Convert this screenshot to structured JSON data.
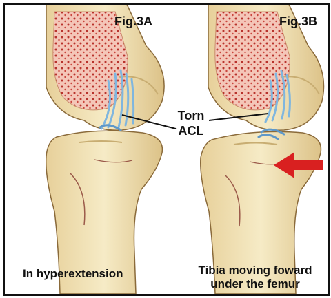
{
  "figures": [
    {
      "id": "3A",
      "label": "Fig.3A",
      "caption": "In hyperextension"
    },
    {
      "id": "3B",
      "label": "Fig.3B",
      "caption_line1": "Tibia moving foward",
      "caption_line2": "under the femur"
    }
  ],
  "callout": {
    "line1": "Torn",
    "line2": "ACL"
  },
  "colors": {
    "bone": "#f2e3b4",
    "bone_shadow": "#d9c184",
    "marrow": "#f4c6b8",
    "marrow_dots": "#b8322c",
    "ligament": "#7fb6df",
    "arrow": "#d92020",
    "outline": "#8a6a3a"
  },
  "icons": {
    "motion_arrow": "arrow-left-icon"
  }
}
